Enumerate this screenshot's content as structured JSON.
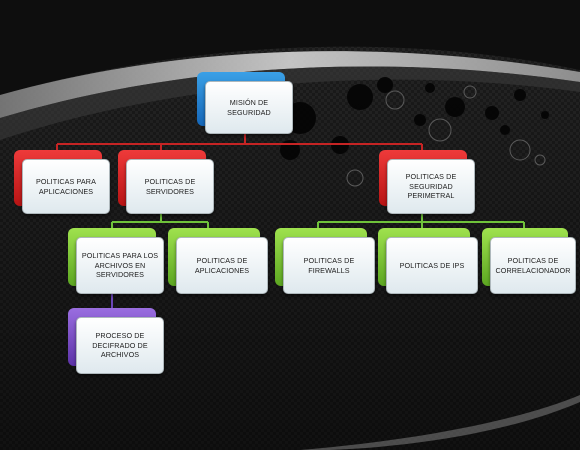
{
  "colors": {
    "blue": "#1d7fd6",
    "red": "#d42121",
    "green": "#7cc93a",
    "purple": "#7a4ec8",
    "red_connector": "#c62424",
    "green_connector": "#6fc23a",
    "purple_connector": "#6b46b8"
  },
  "org_chart": {
    "root": {
      "label": "MISIÓN DE\nSEGURIDAD"
    },
    "level1": [
      {
        "label": "POLITICAS PARA\nAPLICACIONES"
      },
      {
        "label": "POLITICAS DE\nSERVIDORES"
      },
      {
        "label": "POLITICAS DE\nSEGURIDAD\nPERIMETRAL"
      }
    ],
    "servidores_children": [
      {
        "label": "POLITICAS PARA LOS\nARCHIVOS EN\nSERVIDORES"
      },
      {
        "label": "POLITICAS DE\nAPLICACIONES"
      }
    ],
    "perimetral_children": [
      {
        "label": "POLITICAS DE\nFIREWALLS"
      },
      {
        "label": "POLITICAS DE IPS"
      },
      {
        "label": "POLITICAS DE\nCORRELACIONADOR"
      }
    ],
    "archivos_children": [
      {
        "label": "PROCESO DE\nDECIFRADO DE\nARCHIVOS"
      }
    ]
  }
}
